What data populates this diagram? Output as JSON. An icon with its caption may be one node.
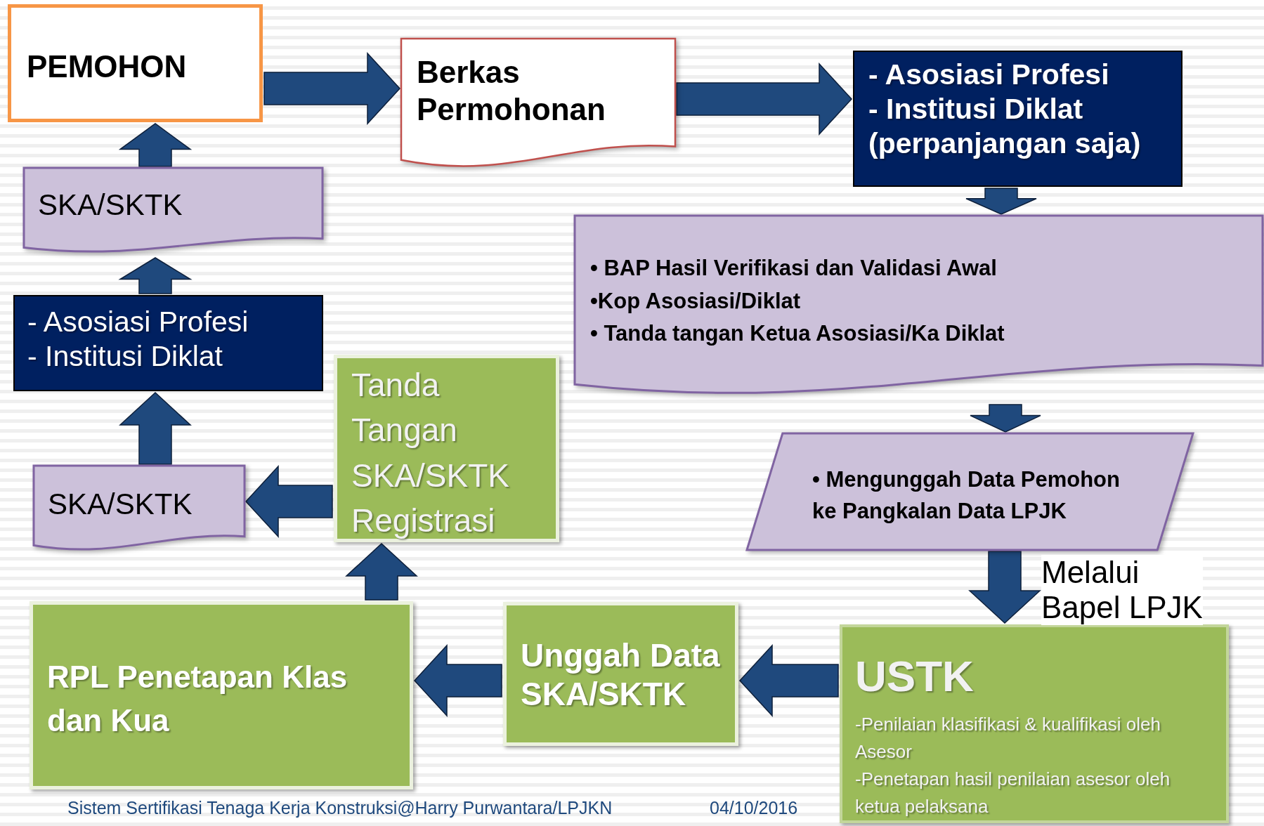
{
  "diagram": {
    "nodes": [
      {
        "text": [
          "PEMOHON"
        ]
      },
      {
        "text": [
          "Berkas Permohonan"
        ]
      },
      {
        "text": [
          "- Asosiasi Profesi",
          "- Institusi Diklat",
          "(perpanjangan saja)"
        ]
      },
      {
        "text": [
          "• BAP Hasil Verifikasi dan Validasi Awal",
          "•Kop Asosiasi/Diklat",
          "• Tanda tangan Ketua Asosiasi/Ka Diklat"
        ]
      },
      {
        "text": [
          "• Mengunggah Data Pemohon ke Pangkalan Data LPJK"
        ]
      },
      {
        "text": [
          "USTK",
          "-Penilaian klasifikasi & kualifikasi oleh Asesor",
          "-Penetapan hasil penilaian asesor oleh ketua pelaksana"
        ]
      },
      {
        "text": [
          "Unggah Data SKA/SKTK"
        ]
      },
      {
        "text": [
          "RPL Penetapan Klas dan Kua"
        ]
      },
      {
        "text": [
          "Tanda Tangan SKA/SKTK Registrasi"
        ]
      },
      {
        "text": [
          "SKA/SKTK"
        ]
      },
      {
        "text": [
          "- Asosiasi Profesi",
          "- Institusi Diklat"
        ]
      },
      {
        "text": [
          "SKA/SKTK"
        ]
      }
    ],
    "edges": [
      {
        "from": 0,
        "to": 1,
        "arrow": "to"
      },
      {
        "from": 1,
        "to": 2,
        "arrow": "to"
      },
      {
        "from": 2,
        "to": 3,
        "arrow": "to"
      },
      {
        "from": 3,
        "to": 4,
        "arrow": "to"
      },
      {
        "from": 4,
        "to": 5,
        "arrow": "to",
        "label": "Melalui Bapel LPJK"
      },
      {
        "from": 5,
        "to": 6,
        "arrow": "to"
      },
      {
        "from": 6,
        "to": 7,
        "arrow": "to"
      },
      {
        "from": 7,
        "to": 8,
        "arrow": "to"
      },
      {
        "from": 8,
        "to": 9,
        "arrow": "to"
      },
      {
        "from": 9,
        "to": 10,
        "arrow": "to"
      },
      {
        "from": 10,
        "to": 11,
        "arrow": "to"
      },
      {
        "from": 11,
        "to": 0,
        "arrow": "to"
      }
    ],
    "labels": [
      "Sistem Sertifikasi Tenaga Kerja Konstruksi@Harry Purwantara/LPJKN",
      "04/10/2016"
    ]
  }
}
